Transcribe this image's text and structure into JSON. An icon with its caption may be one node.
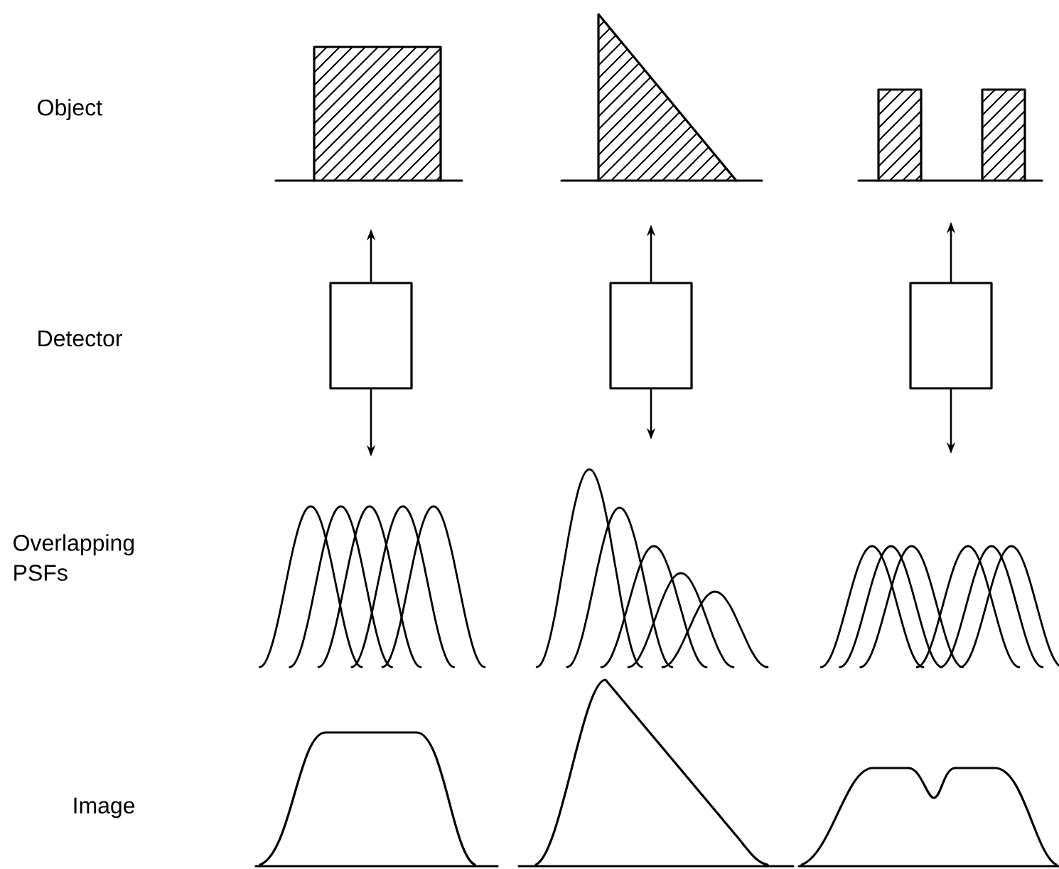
{
  "diagram": {
    "nodes": [
      {
        "text": [],
        "shape": "box"
      },
      {
        "text": [],
        "shape": "box"
      },
      {
        "text": [],
        "shape": "box"
      }
    ],
    "edges": [
      {
        "from": 0,
        "to": null,
        "arrow": "to"
      },
      {
        "from": 0,
        "to": null,
        "arrow": "to"
      },
      {
        "from": 1,
        "to": null,
        "arrow": "to"
      },
      {
        "from": 1,
        "to": null,
        "arrow": "to"
      },
      {
        "from": 2,
        "to": null,
        "arrow": "to"
      },
      {
        "from": 2,
        "to": null,
        "arrow": "to"
      }
    ],
    "labels": [
      "Object",
      "Detector",
      "Overlapping PSFs",
      "Image"
    ]
  }
}
